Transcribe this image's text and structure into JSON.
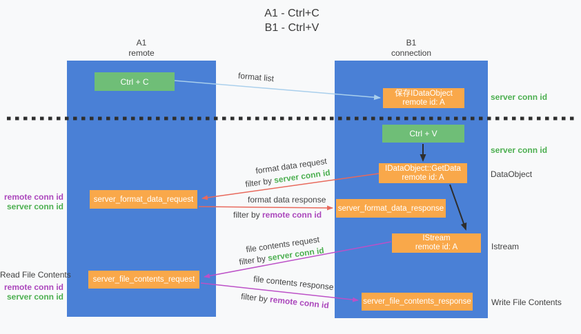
{
  "title": {
    "line1": "A1 - Ctrl+C",
    "line2": "B1 - Ctrl+V"
  },
  "lanes": {
    "left": {
      "name": "A1",
      "subtitle": "remote"
    },
    "right": {
      "name": "B1",
      "subtitle": "connection"
    }
  },
  "nodes": {
    "ctrl_c": {
      "label": "Ctrl + C"
    },
    "ctrl_v": {
      "label": "Ctrl + V"
    },
    "save_idataobject": {
      "line1": "保存IDataObject",
      "line2": "remote id: A"
    },
    "getdata": {
      "line1": "IDataObject::GetData",
      "line2": "remote id: A"
    },
    "istream": {
      "line1": "IStream",
      "line2": "remote id: A"
    },
    "format_request": {
      "label": "server_format_data_request"
    },
    "format_response": {
      "label": "server_format_data_response"
    },
    "file_request": {
      "label": "server_file_contents_request"
    },
    "file_response": {
      "label": "server_file_contents_response"
    }
  },
  "edge_labels": {
    "format_list": "format list",
    "format_data_request": "format data request",
    "format_data_response": "format data response",
    "file_contents_request": "file contents request",
    "file_contents_response": "file contents response",
    "filter_prefix": "filter by ",
    "server_conn_id": "server conn id",
    "remote_conn_id": "remote conn id"
  },
  "side_labels": {
    "right_server_conn_top": "server conn id",
    "right_server_conn_mid": "server conn id",
    "dataobject": "DataObject",
    "istream": "Istream",
    "write_file_contents": "Write File Contents",
    "left_remote_conn_1": "remote conn id",
    "left_server_conn_1": "server conn id",
    "read_file_contents": "Read File Contents",
    "left_remote_conn_2": "remote conn id",
    "left_server_conn_2": "server conn id"
  },
  "colors": {
    "background": "#F8F9FA",
    "lane_blue": "#4A80D6",
    "node_green": "#6FBE77",
    "node_orange": "#F9A84A",
    "arrow_red": "#E8695C",
    "arrow_magenta": "#BC50C7",
    "arrow_lightblue": "#A9CFEC",
    "arrow_black": "#2E2E2E",
    "text_green": "#4CAF50",
    "text_purple": "#AB47BC",
    "text_dark": "#3F3F3F"
  }
}
